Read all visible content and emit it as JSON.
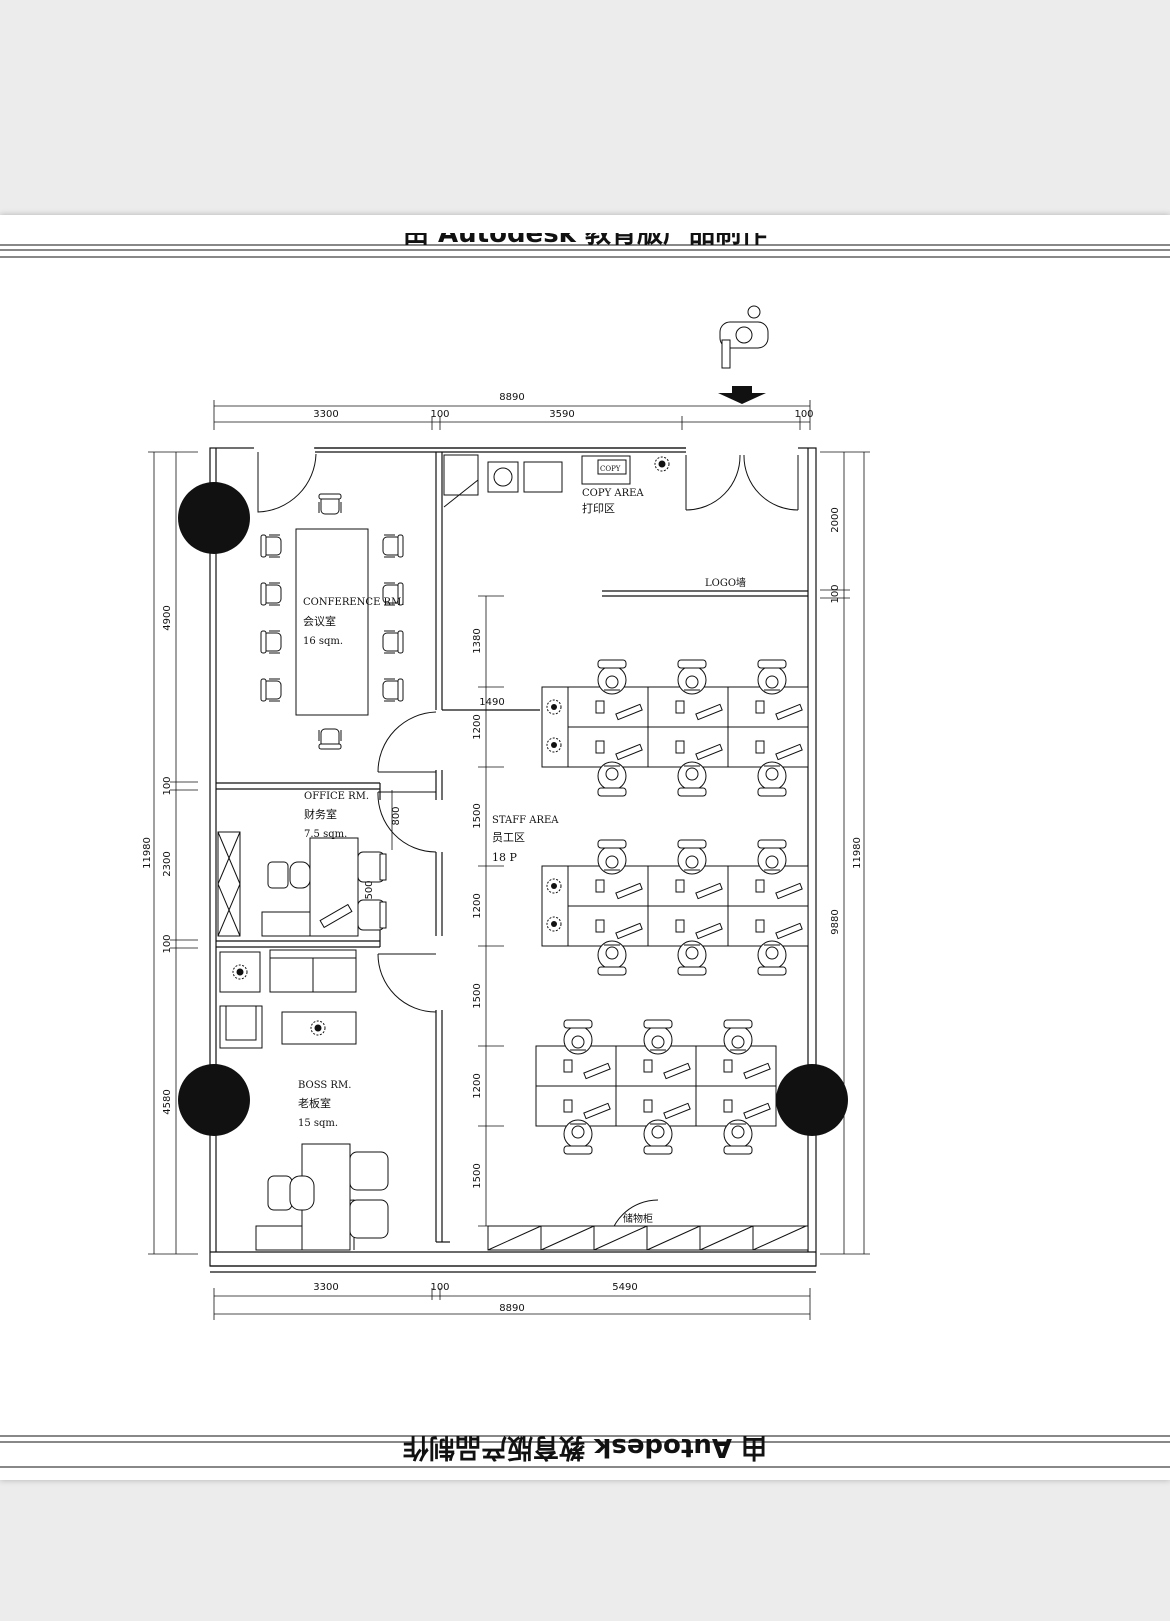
{
  "watermark": {
    "text": "由 Autodesk 教育版产品制作"
  },
  "dimensions": {
    "top_total": "8890",
    "top_a": "3300",
    "top_wall": "100",
    "top_b": "3590",
    "top_end": "100",
    "bottom_a": "3300",
    "bottom_wall": "100",
    "bottom_b": "5490",
    "bottom_total": "8890",
    "left_total": "11980",
    "left_a": "4900",
    "left_b": "100",
    "left_c": "2300",
    "left_d": "100",
    "left_e": "4580",
    "right_total": "11980",
    "right_a": "2000",
    "right_b": "100",
    "right_c": "9880",
    "staff_a": "1380",
    "staff_b": "1200",
    "staff_c": "1500",
    "staff_d": "1200",
    "staff_e": "1500",
    "staff_f": "1200",
    "staff_g": "1500",
    "corridor": "1490",
    "office_door": "800",
    "office_side": "500"
  },
  "rooms": {
    "conference": {
      "en": "CONFERENCE RM.",
      "zh": "会议室",
      "area": "16 sqm."
    },
    "office": {
      "en": "OFFICE RM.",
      "zh": "财务室",
      "area": "7.5 sqm."
    },
    "boss": {
      "en": "BOSS RM.",
      "zh": "老板室",
      "area": "15 sqm."
    },
    "staff": {
      "en": "STAFF AREA",
      "zh": "员工区",
      "count": "18 P"
    },
    "copy": {
      "en": "COPY AREA",
      "zh": "打印区",
      "machine": "COPY"
    },
    "logo_wall": "LOGO墙",
    "storage": "储物柜"
  }
}
